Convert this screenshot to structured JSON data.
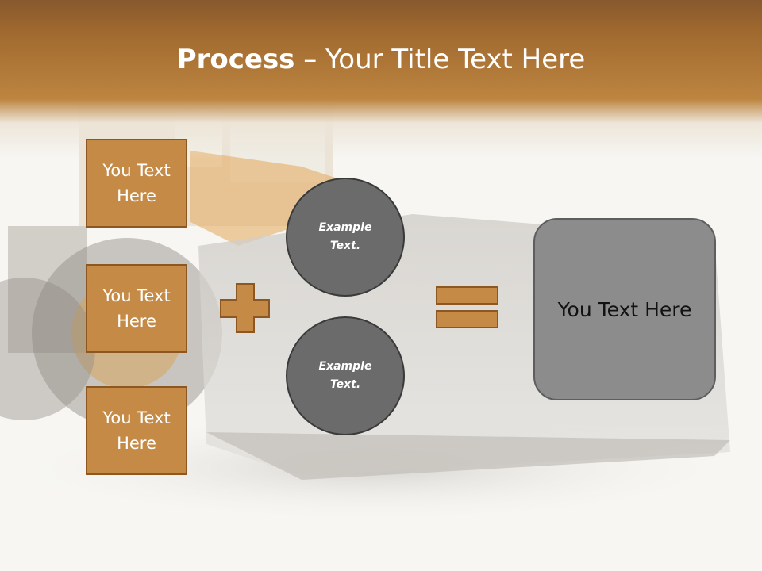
{
  "slide": {
    "title_bold": "Process",
    "title_rest": " – Your Title Text Here"
  },
  "left_boxes": [
    {
      "label": "You Text Here"
    },
    {
      "label": "You Text Here"
    },
    {
      "label": "You Text Here"
    }
  ],
  "circles": [
    {
      "label": "Example Text."
    },
    {
      "label": "Example Text."
    }
  ],
  "operators": {
    "plus": "plus-icon",
    "equals": "equals-icon"
  },
  "result": {
    "label": "You Text Here"
  },
  "colors": {
    "header_brown": "#a0692f",
    "box_fill": "#c58b46",
    "box_border": "#8d5722",
    "circle_fill": "#6b6b6b",
    "result_fill": "#8c8c8c"
  },
  "background_image": "wheel-loader-illustration"
}
